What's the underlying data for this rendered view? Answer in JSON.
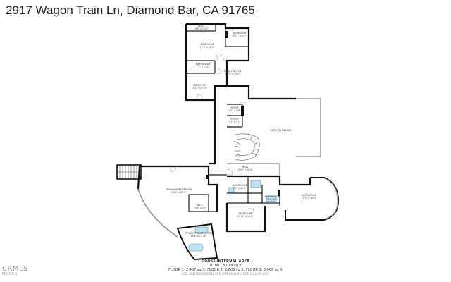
{
  "title": "2917 Wagon Train Ln, Diamond Bar, CA 91765",
  "rooms": {
    "wic_top": {
      "name": "W.I.C.",
      "dim": "9'8\" x 3'10\""
    },
    "bedroom_tr": {
      "name": "BEDROOM",
      "dim": "8'11\" x 9'7\""
    },
    "bedroom_big": {
      "name": "BEDROOM",
      "dim": "13'3\" x 10'9\""
    },
    "bathroom_upper": {
      "name": "BATHROOM",
      "dim": "7'1\" x 6'11\""
    },
    "family_room": {
      "name": "FAMILY ROOM",
      "dim": "13'1\" x 15'3\""
    },
    "bedroom_left": {
      "name": "BEDROOM",
      "dim": "8'11\" x 11'4\""
    },
    "room_a": {
      "name": "ROOM",
      "dim": "3'7\" x 5'6\""
    },
    "room_b": {
      "name": "ROOM",
      "dim": "3'7\" x 7'1\""
    },
    "open_to_below": {
      "name": "OPEN TO BELOW",
      "dim": ""
    },
    "primary_bedroom": {
      "name": "PRIMARY BEDROOM",
      "dim": "26'4\" x 27'4\""
    },
    "wic_mid": {
      "name": "W.I.C.",
      "dim": "14'6\" x 7'3\""
    },
    "primary_bathroom": {
      "name": "PRIMARY BATHROOM",
      "dim": "15'4\" x 13'10\""
    },
    "hall": {
      "name": "HALL",
      "dim": "28'9\" x 12'4\""
    },
    "bathroom_small": {
      "name": "BATHROOM",
      "dim": "8'5\" x 8'11\""
    },
    "bathroom_tiny": {
      "name": "BATHROOM",
      "dim": "7'5\" x 6'1\""
    },
    "bedroom_bottom": {
      "name": "BEDROOM",
      "dim": "13'11\" x 12'8\""
    },
    "bathroom_right": {
      "name": "BATHROOM",
      "dim": "17'3\" x 16'4\""
    }
  },
  "footer": {
    "heading": "GROSS INTERNAL AREA",
    "total": "TOTAL: 8,018 sq ft",
    "floors": "FLOOR 1: 2,407 sq ft, FLOOR 2: 2,603 sq ft, FLOOR 3: 3,008 sq ft",
    "note": "SIZE AND DIMENSIONS ARE APPROXIMATE, ACTUAL MAY VARY."
  },
  "watermark": {
    "brand": "CRMLS",
    "floor": "FLOOR 1"
  }
}
